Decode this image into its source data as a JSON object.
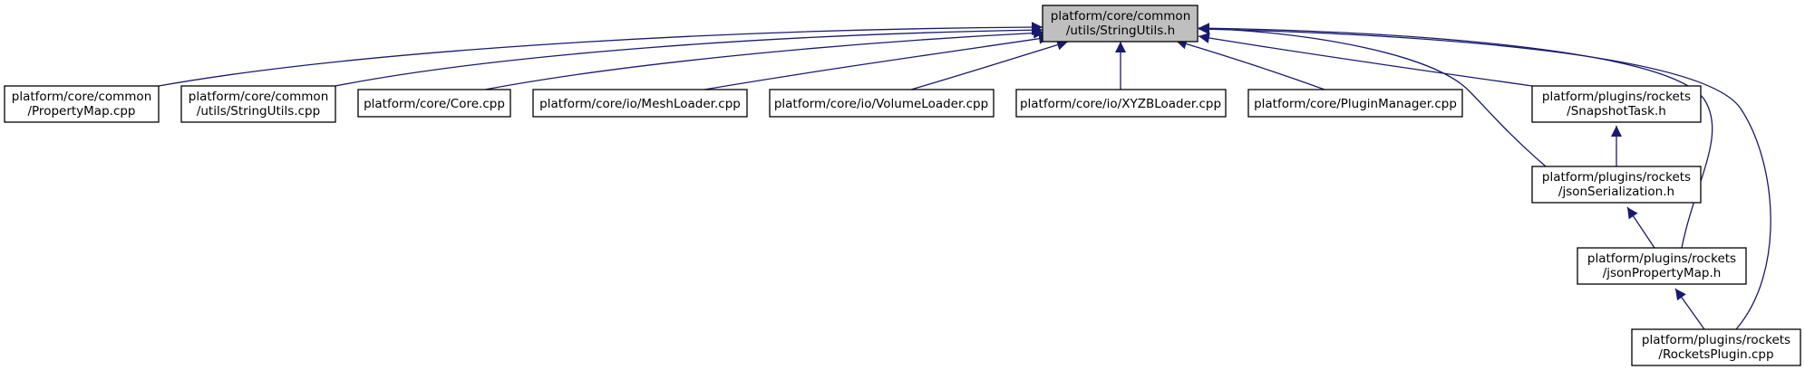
{
  "diagram": {
    "type": "include-dependency-graph",
    "colors": {
      "edge": "#191970",
      "root_fill": "#bfbfbf",
      "node_fill": "#ffffff",
      "border": "#000000"
    },
    "nodes": [
      {
        "id": "string_utils_h",
        "lines": [
          "platform/core/common",
          "/utils/StringUtils.h"
        ],
        "highlighted": true
      },
      {
        "id": "property_map_cpp",
        "lines": [
          "platform/core/common",
          "/PropertyMap.cpp"
        ]
      },
      {
        "id": "string_utils_cpp",
        "lines": [
          "platform/core/common",
          "/utils/StringUtils.cpp"
        ]
      },
      {
        "id": "core_cpp",
        "lines": [
          "platform/core/Core.cpp"
        ]
      },
      {
        "id": "mesh_loader_cpp",
        "lines": [
          "platform/core/io/MeshLoader.cpp"
        ]
      },
      {
        "id": "volume_loader_cpp",
        "lines": [
          "platform/core/io/VolumeLoader.cpp"
        ]
      },
      {
        "id": "xyzb_loader_cpp",
        "lines": [
          "platform/core/io/XYZBLoader.cpp"
        ]
      },
      {
        "id": "plugin_manager_cpp",
        "lines": [
          "platform/core/PluginManager.cpp"
        ]
      },
      {
        "id": "snapshot_task_h",
        "lines": [
          "platform/plugins/rockets",
          "/SnapshotTask.h"
        ]
      },
      {
        "id": "json_serialization_h",
        "lines": [
          "platform/plugins/rockets",
          "/jsonSerialization.h"
        ]
      },
      {
        "id": "json_property_map_h",
        "lines": [
          "platform/plugins/rockets",
          "/jsonPropertyMap.h"
        ]
      },
      {
        "id": "rockets_plugin_cpp",
        "lines": [
          "platform/plugins/rockets",
          "/RocketsPlugin.cpp"
        ]
      }
    ],
    "edges": [
      {
        "from": "property_map_cpp",
        "to": "string_utils_h"
      },
      {
        "from": "string_utils_cpp",
        "to": "string_utils_h"
      },
      {
        "from": "core_cpp",
        "to": "string_utils_h"
      },
      {
        "from": "mesh_loader_cpp",
        "to": "string_utils_h"
      },
      {
        "from": "volume_loader_cpp",
        "to": "string_utils_h"
      },
      {
        "from": "xyzb_loader_cpp",
        "to": "string_utils_h"
      },
      {
        "from": "plugin_manager_cpp",
        "to": "string_utils_h"
      },
      {
        "from": "snapshot_task_h",
        "to": "string_utils_h"
      },
      {
        "from": "json_serialization_h",
        "to": "string_utils_h"
      },
      {
        "from": "json_property_map_h",
        "to": "string_utils_h"
      },
      {
        "from": "rockets_plugin_cpp",
        "to": "string_utils_h"
      },
      {
        "from": "json_serialization_h",
        "to": "snapshot_task_h"
      },
      {
        "from": "json_property_map_h",
        "to": "json_serialization_h"
      },
      {
        "from": "rockets_plugin_cpp",
        "to": "json_property_map_h"
      }
    ]
  }
}
